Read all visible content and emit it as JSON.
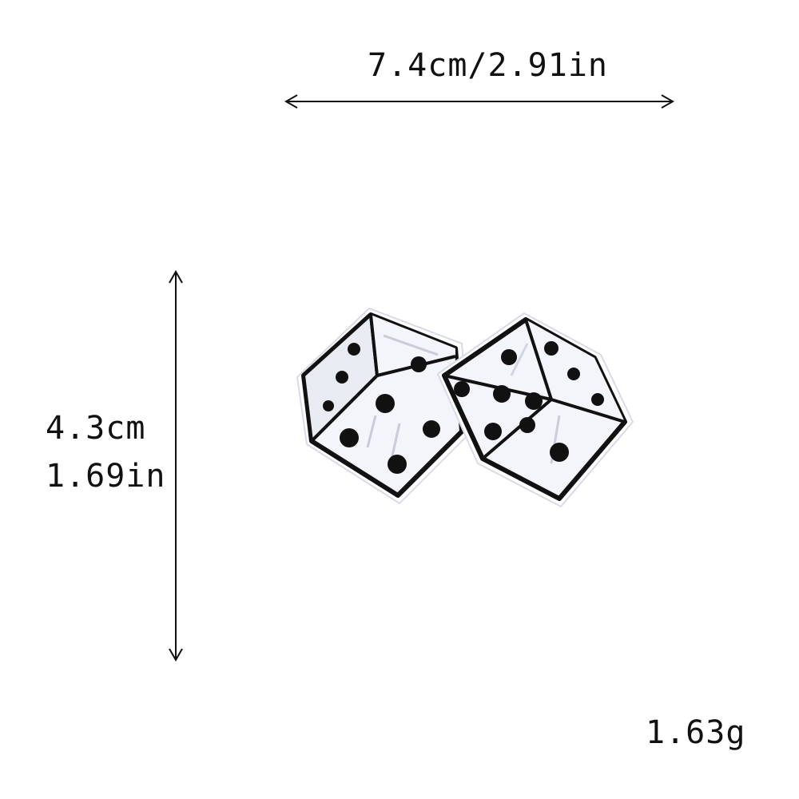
{
  "dimensions": {
    "width_label": "7.4cm/2.91in",
    "height_label_cm": "4.3cm",
    "height_label_in": "1.69in",
    "weight_label": "1.63g"
  },
  "product": {
    "icon": "dice-patch-icon"
  },
  "colors": {
    "background": "#ffffff",
    "ink": "#111111",
    "patch_fill": "#f4f5fa",
    "patch_shade": "#dfe2ee",
    "patch_border": "#111111"
  }
}
